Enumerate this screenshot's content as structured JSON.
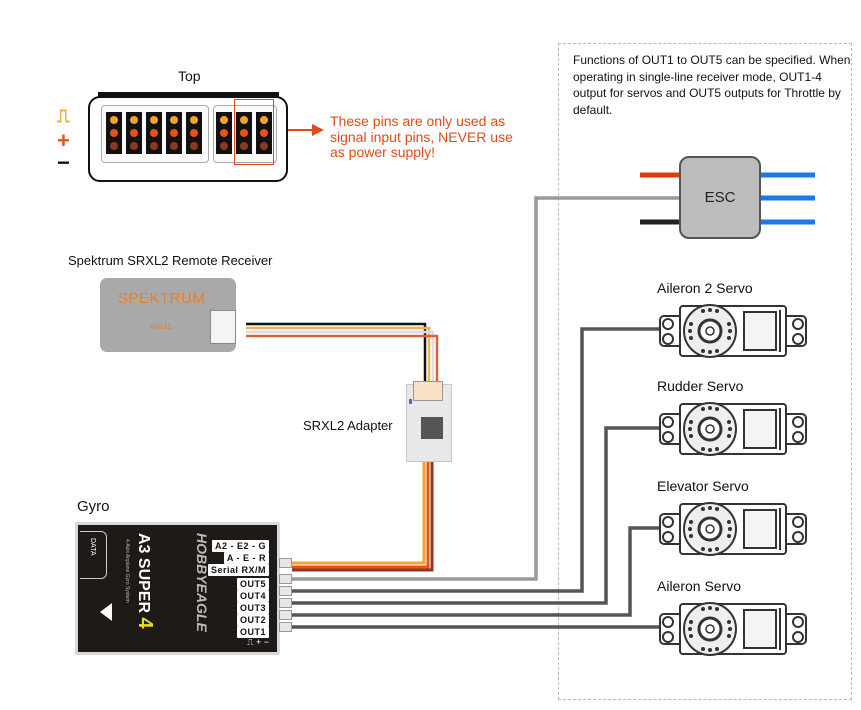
{
  "header_diagram": {
    "title": "Top",
    "legend": {
      "signal_icon": "pulse-icon",
      "signal": "⎍",
      "plus": "+",
      "minus": "−"
    },
    "warning": "These pins are only used as\nsignal input pins, NEVER use\nas power supply!"
  },
  "note": "Functions of OUT1 to OUT5 can be specified. When operating in single-line receiver mode, OUT1-4 output for servos and OUT5 outputs for Throttle by default.",
  "receiver": {
    "label": "Spektrum SRXL2 Remote Receiver",
    "brand": "SPEKTRUM",
    "model": "46511"
  },
  "adapter": {
    "label": "SRXL2 Adapter"
  },
  "esc": {
    "label": "ESC"
  },
  "gyro": {
    "label": "Gyro",
    "brand": "HOBBYEAGLE",
    "product": "A3 SUPER",
    "product_num": "4",
    "subtitle": "4-Axis Airplane Gyro System",
    "data_port": "DATA",
    "ports": [
      "A2 - E2 - G",
      "A - E - R",
      "Serial RX/M",
      "OUT5",
      "OUT4",
      "OUT3",
      "OUT2",
      "OUT1"
    ],
    "pin_legend": "⎍ + −"
  },
  "servos": [
    {
      "label": "Aileron 2 Servo",
      "port": "OUT4"
    },
    {
      "label": "Rudder Servo",
      "port": "OUT3"
    },
    {
      "label": "Elevator Servo",
      "port": "OUT2"
    },
    {
      "label": "Aileron Servo",
      "port": "OUT1"
    }
  ],
  "colors": {
    "warning": "#e04a1c",
    "signal_pin": "#f4a32a",
    "power_pin": "#e8521a",
    "ground_pin": "#8a3a22",
    "esc_power": "#e03a0c",
    "esc_motor": "#1e78e6",
    "servo_wire": "#555555",
    "throttle_wire": "#999999",
    "gyro_accent": "#e8e020"
  }
}
